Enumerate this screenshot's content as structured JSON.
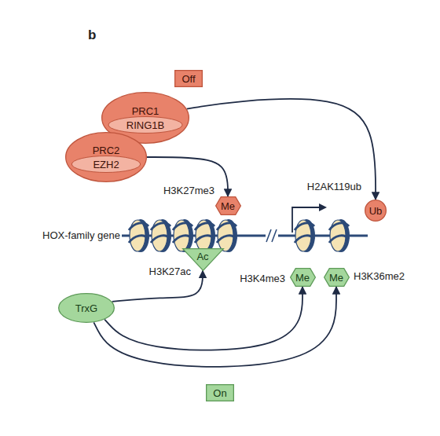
{
  "diagram": {
    "nodes": [
      {
        "text": [
          "Off"
        ]
      },
      {
        "text": [
          "PRC1",
          "RING1B"
        ]
      },
      {
        "text": [
          "PRC2",
          "EZH2"
        ]
      },
      {
        "text": [
          "Me"
        ]
      },
      {
        "text": [
          "Ub"
        ]
      },
      {
        "text": [
          "Ac"
        ]
      },
      {
        "text": [
          "Me"
        ]
      },
      {
        "text": [
          "Me"
        ]
      },
      {
        "text": [
          "TrxG"
        ]
      },
      {
        "text": [
          "On"
        ]
      }
    ],
    "edges": [
      {
        "from": 2,
        "to": 3,
        "arrow": "to"
      },
      {
        "from": 1,
        "to": 4,
        "arrow": "to"
      },
      {
        "from": 8,
        "to": 5,
        "arrow": "to"
      },
      {
        "from": 8,
        "to": 6,
        "arrow": "to"
      },
      {
        "from": 8,
        "to": 7,
        "arrow": "to"
      }
    ],
    "labels": [
      "b",
      "H3K27me3",
      "H2AK119ub",
      "HOX-family gene",
      "H3K27ac",
      "H3K4me3",
      "H3K36me2"
    ]
  }
}
